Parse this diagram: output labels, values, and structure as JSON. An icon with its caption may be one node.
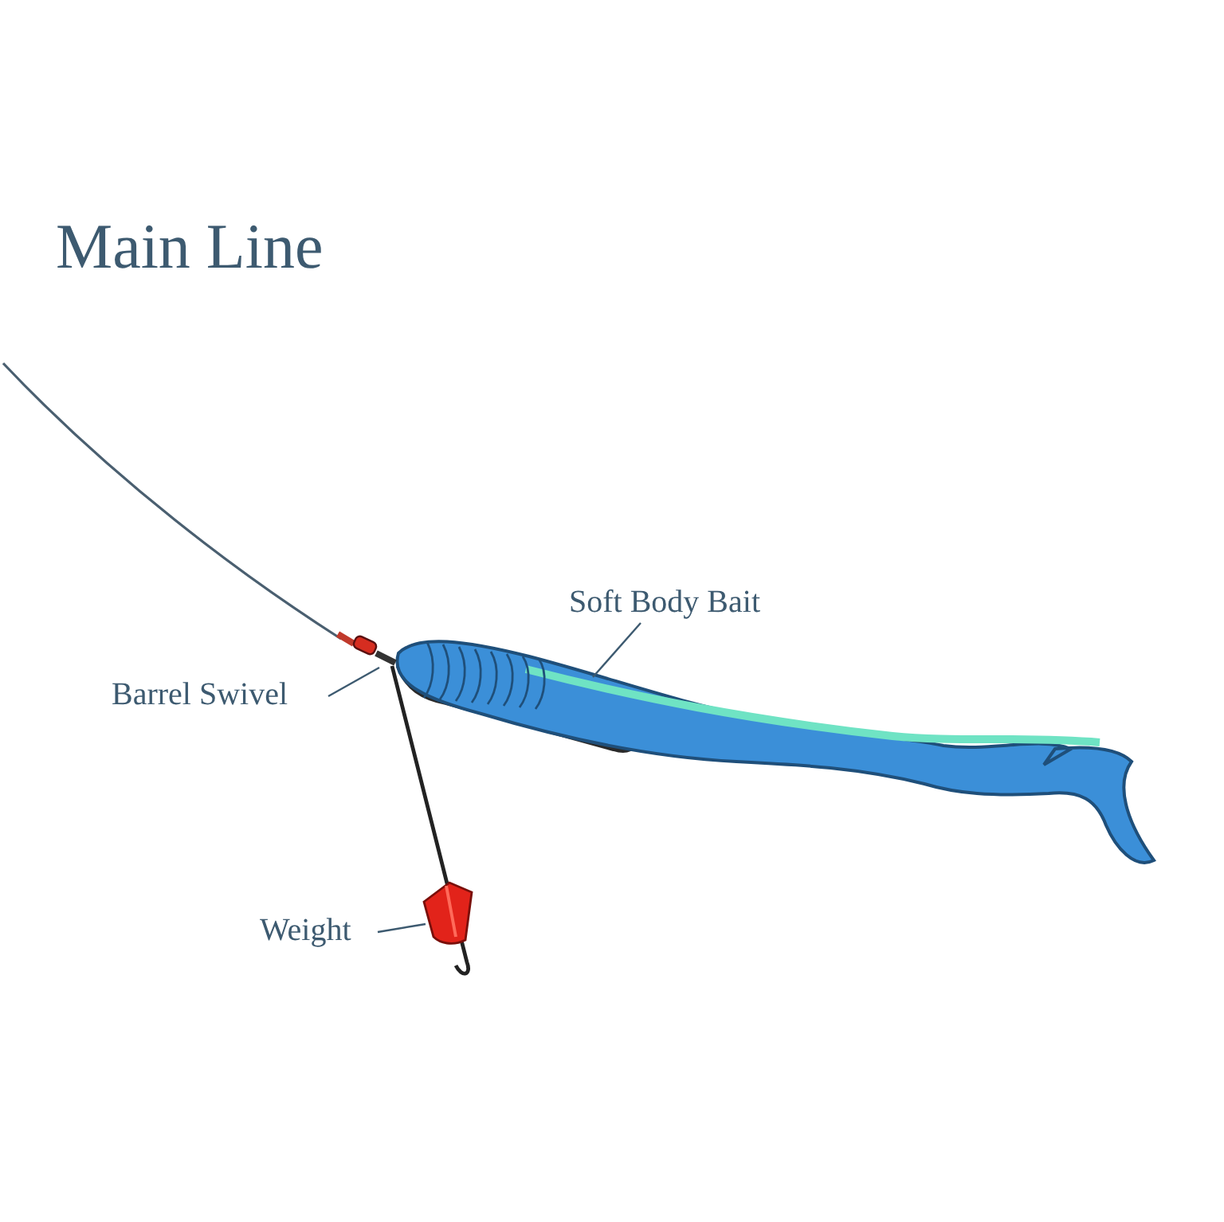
{
  "diagram": {
    "nodes": [
      {
        "text": [
          "Soft Body Bait"
        ]
      },
      {
        "text": [],
        "shape": "picture"
      },
      {
        "text": [
          "Barrel Swivel"
        ]
      },
      {
        "text": [],
        "shape": "picture"
      },
      {
        "text": [
          "Weight"
        ]
      },
      {
        "text": [],
        "shape": "picture"
      }
    ],
    "edges": [
      {
        "from": 0,
        "to": 1,
        "arrow": "none"
      },
      {
        "from": 2,
        "to": 3,
        "arrow": "none"
      },
      {
        "from": 4,
        "to": 5,
        "arrow": "none"
      }
    ],
    "labels": [
      "Main Line"
    ]
  }
}
